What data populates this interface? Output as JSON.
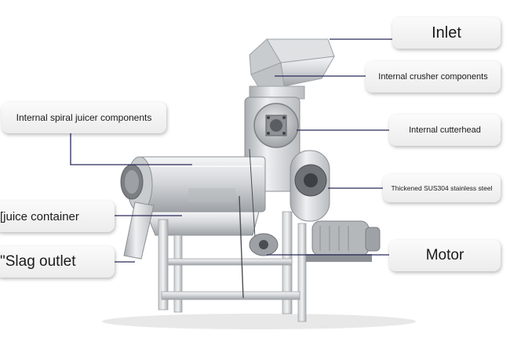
{
  "labels": {
    "inlet": "Inlet",
    "crusher": "Internal crusher components",
    "spiral": "Internal spiral juicer components",
    "cutterhead": "Internal cutterhead",
    "stainless": "Thickened SUS304 stainless steel",
    "juice_container": "[juice container",
    "slag_outlet": "\"Slag outlet",
    "motor": "Motor"
  },
  "colors": {
    "leader_line": "#2a2a5a",
    "steel_light": "#e4e6e8",
    "steel_mid": "#c4c7ca",
    "steel_dark": "#8c9094",
    "motor_body": "#b5b8bb"
  }
}
